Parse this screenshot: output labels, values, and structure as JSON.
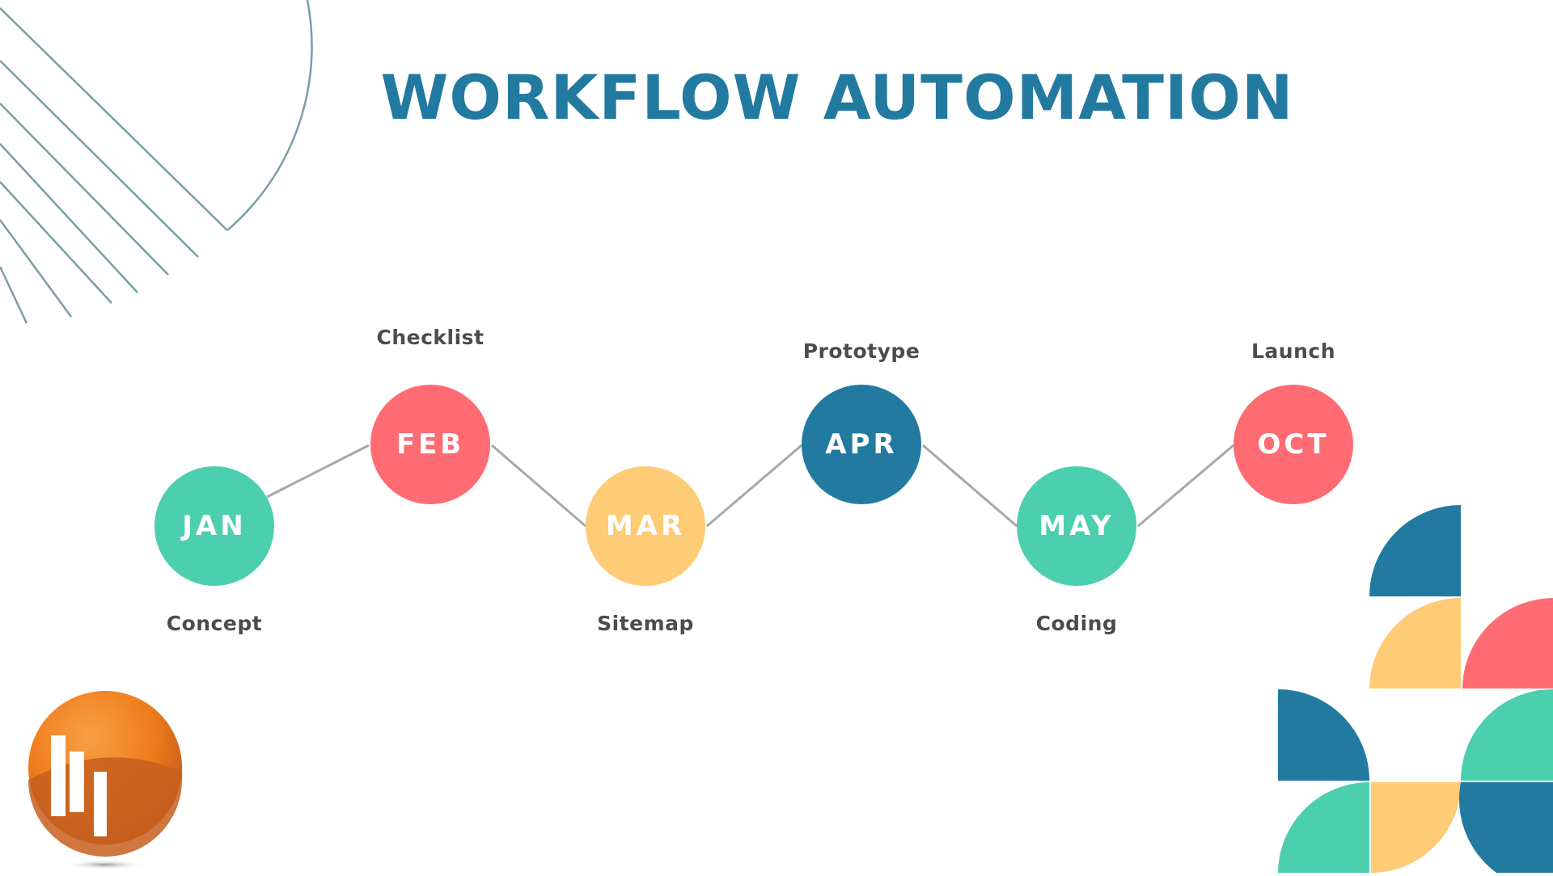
{
  "title": "WORKFLOW AUTOMATION",
  "timeline": [
    {
      "month": "JAN",
      "label": "Concept",
      "color": "#4ccfae"
    },
    {
      "month": "FEB",
      "label": "Checklist",
      "color": "#fe6b72"
    },
    {
      "month": "MAR",
      "label": "Sitemap",
      "color": "#fecb76"
    },
    {
      "month": "APR",
      "label": "Prototype",
      "color": "#227aa0"
    },
    {
      "month": "MAY",
      "label": "Coding",
      "color": "#4ccfae"
    },
    {
      "month": "OCT",
      "label": "Launch",
      "color": "#fe6b72"
    }
  ],
  "colors": {
    "title": "#227aa0",
    "connector": "#a8a8a8",
    "decor_lines": "#7a9ea6",
    "teal": "#4ccfae",
    "coral": "#fe6b72",
    "yellow": "#fecb76",
    "blue": "#227aa0",
    "logo_orange": "#f07a1e"
  },
  "icons": {
    "logo": "orange-bar-chart-globe-logo"
  }
}
